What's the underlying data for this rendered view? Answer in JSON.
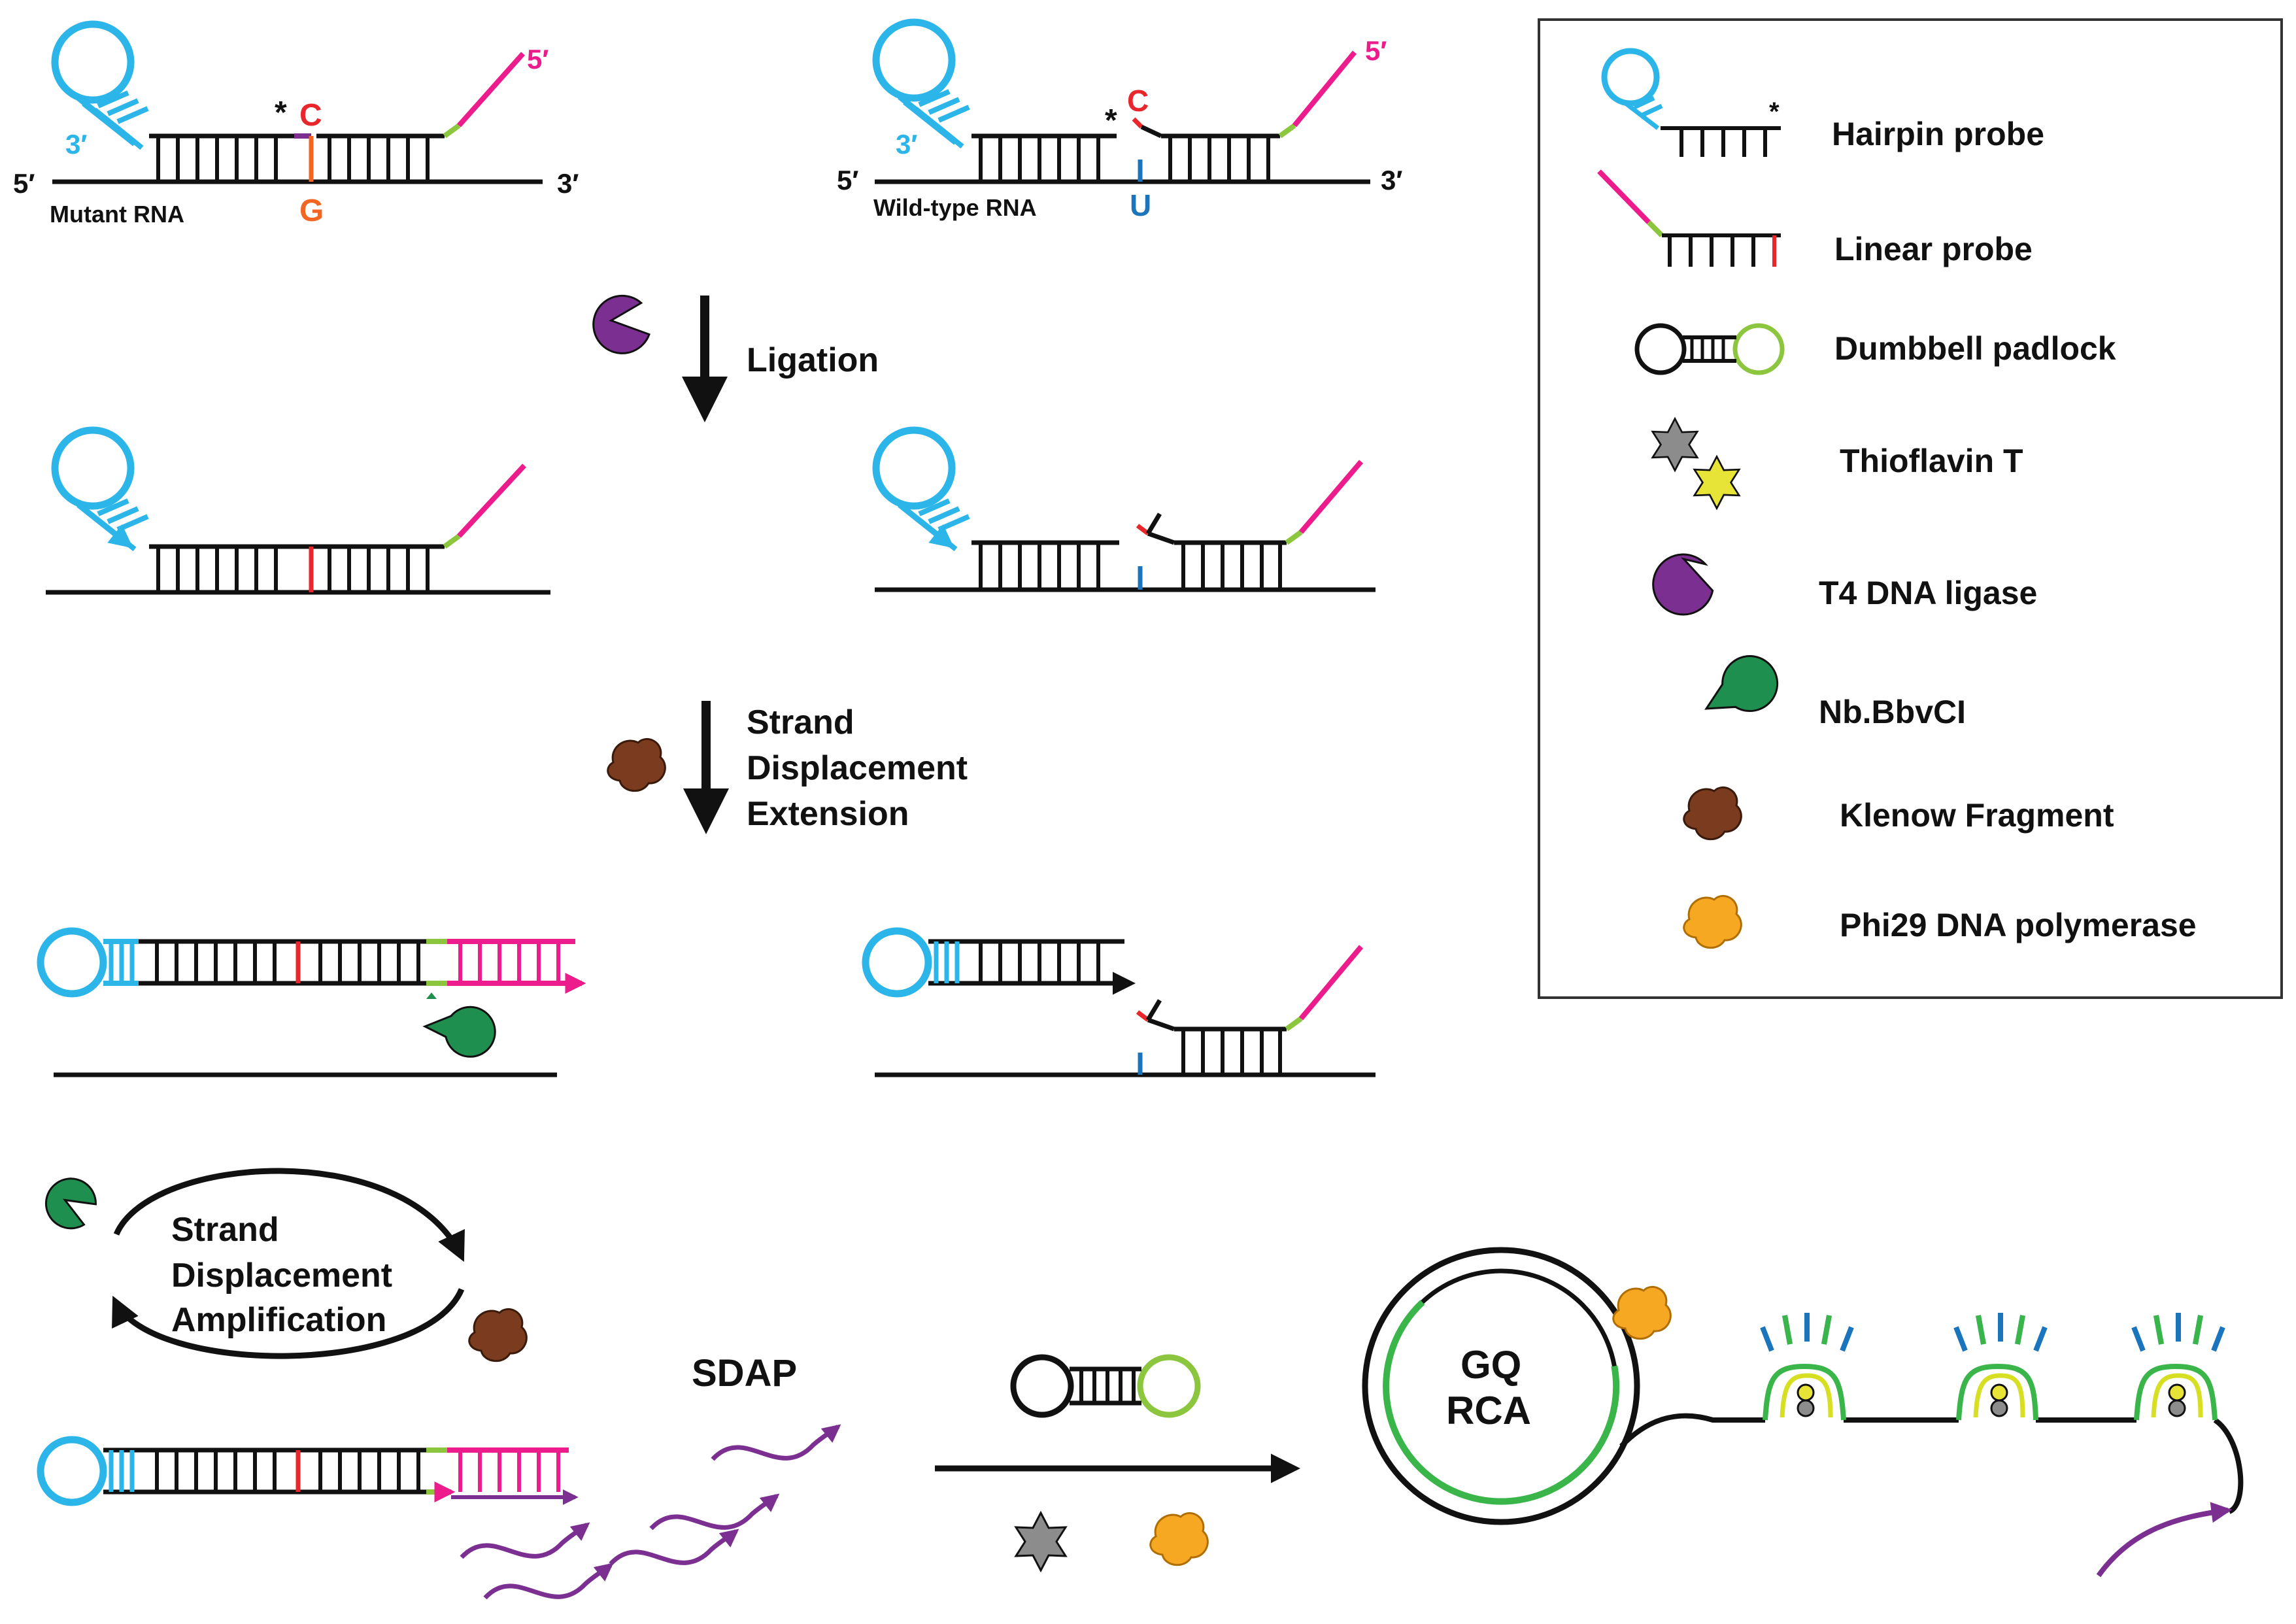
{
  "colors": {
    "hairpin": "#2bb5e8",
    "linear": "#ec1c8c",
    "connector": "#8cc63e",
    "mismatch_red": "#e8262b",
    "mismatch_orange": "#f26522",
    "wildtype_u": "#1b75bc",
    "ligase": "#7b2f91",
    "nicking": "#1f8f4f",
    "klenow": "#7a3b1f",
    "phi29": "#f7a823",
    "product": "#7b2f91",
    "gquad_yellow": "#d7df23",
    "gquad_green": "#39b54a",
    "signal_blue": "#1b75bc",
    "tht_gray": "#8c8c8c",
    "tht_yellow": "#e8e337"
  },
  "icons": {
    "hairpin_probe": "hairpin-probe-icon",
    "linear_probe": "linear-probe-icon",
    "dumbbell_padlock": "dumbbell-padlock-icon",
    "thioflavin": "thioflavin-star-icon",
    "ligase": "ligase-pacman-icon",
    "nicking": "nicking-pacman-icon",
    "klenow": "klenow-blob-icon",
    "phi29": "phi29-blob-icon"
  },
  "panel_top": {
    "mutant": {
      "five_prime": "5′",
      "three_prime": "3′",
      "probe_three_prime": "3′",
      "probe_five_prime": "5′",
      "label": "Mutant RNA",
      "probe_base": "C",
      "target_base": "G",
      "mark": "*"
    },
    "wildtype": {
      "five_prime": "5′",
      "three_prime": "3′",
      "probe_three_prime": "3′",
      "probe_five_prime": "5′",
      "label": "Wild-type RNA",
      "probe_base": "C",
      "target_base": "U",
      "mark": "*"
    }
  },
  "steps": {
    "ligation": "Ligation",
    "extension": [
      "Strand",
      "Displacement",
      "Extension"
    ],
    "cycle": [
      "Strand",
      "Displacement",
      "Amplification"
    ],
    "product": "SDAP",
    "rca": [
      "GQ",
      "RCA"
    ]
  },
  "legend": {
    "hairpin_mark": "*",
    "items": [
      "Hairpin probe",
      "Linear probe",
      "Dumbbell padlock",
      "Thioflavin T",
      "T4 DNA ligase",
      "Nb.BbvCI",
      "Klenow Fragment",
      "Phi29 DNA polymerase"
    ]
  }
}
